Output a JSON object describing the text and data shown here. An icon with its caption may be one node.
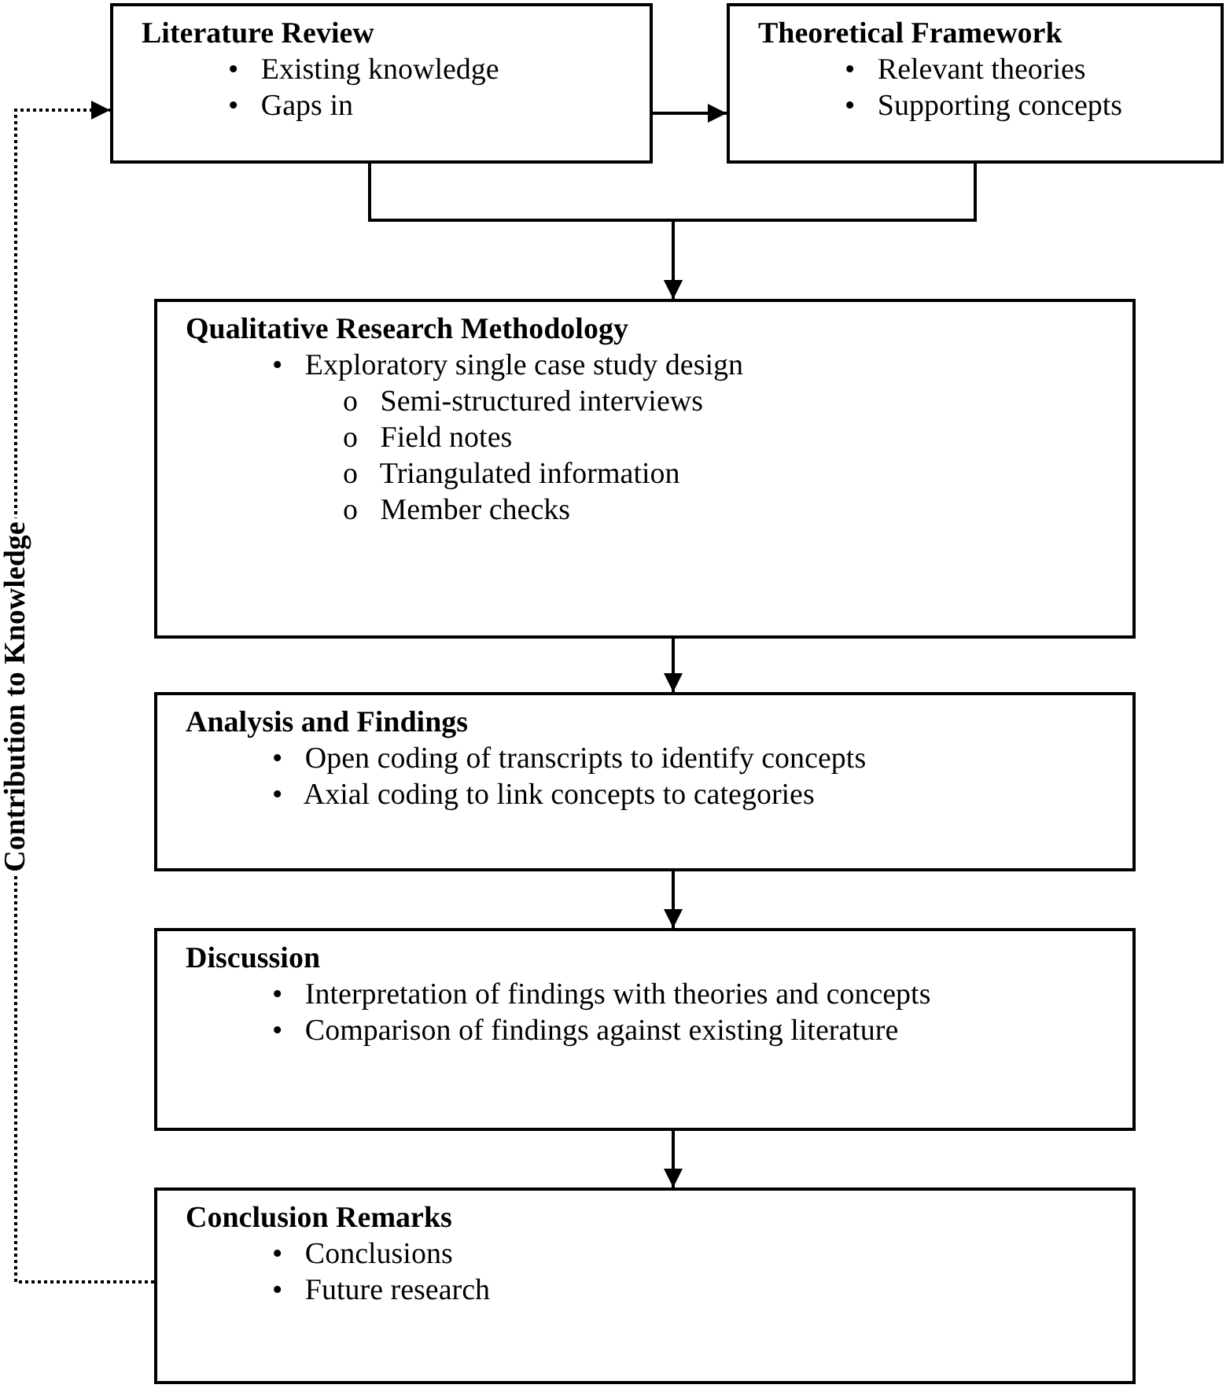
{
  "diagram": {
    "nodes": [
      {
        "text": [
          "Literature Review",
          "•   Existing knowledge",
          "•   Gaps in"
        ]
      },
      {
        "text": [
          "Theoretical Framework",
          "•   Relevant theories",
          "•   Supporting concepts"
        ]
      },
      {
        "text": [
          "Qualitative Research Methodology",
          "•   Exploratory single case study design",
          "o   Semi-structured interviews",
          "o   Field notes",
          "o   Triangulated information",
          "o   Member checks"
        ]
      },
      {
        "text": [
          "Analysis and Findings",
          "•   Open coding of transcripts to identify concepts",
          "•   Axial coding to link concepts to categories"
        ]
      },
      {
        "text": [
          "Discussion",
          "•   Interpretation of findings with theories and concepts",
          "•   Comparison of findings against existing literature"
        ]
      },
      {
        "text": [
          "Conclusion Remarks",
          "•   Conclusions",
          "•   Future research"
        ]
      }
    ],
    "edges": [
      {
        "from": 0,
        "to": 1,
        "arrow": "to"
      },
      {
        "from": 0,
        "to": 2,
        "arrow": "to"
      },
      {
        "from": 1,
        "to": 2,
        "arrow": "to"
      },
      {
        "from": 2,
        "to": 3,
        "arrow": "to"
      },
      {
        "from": 3,
        "to": 4,
        "arrow": "to"
      },
      {
        "from": 4,
        "to": 5,
        "arrow": "to"
      },
      {
        "from": 5,
        "to": 0,
        "arrow": "to",
        "style": "dashed",
        "label": "Contribution to Knowledge"
      }
    ]
  }
}
